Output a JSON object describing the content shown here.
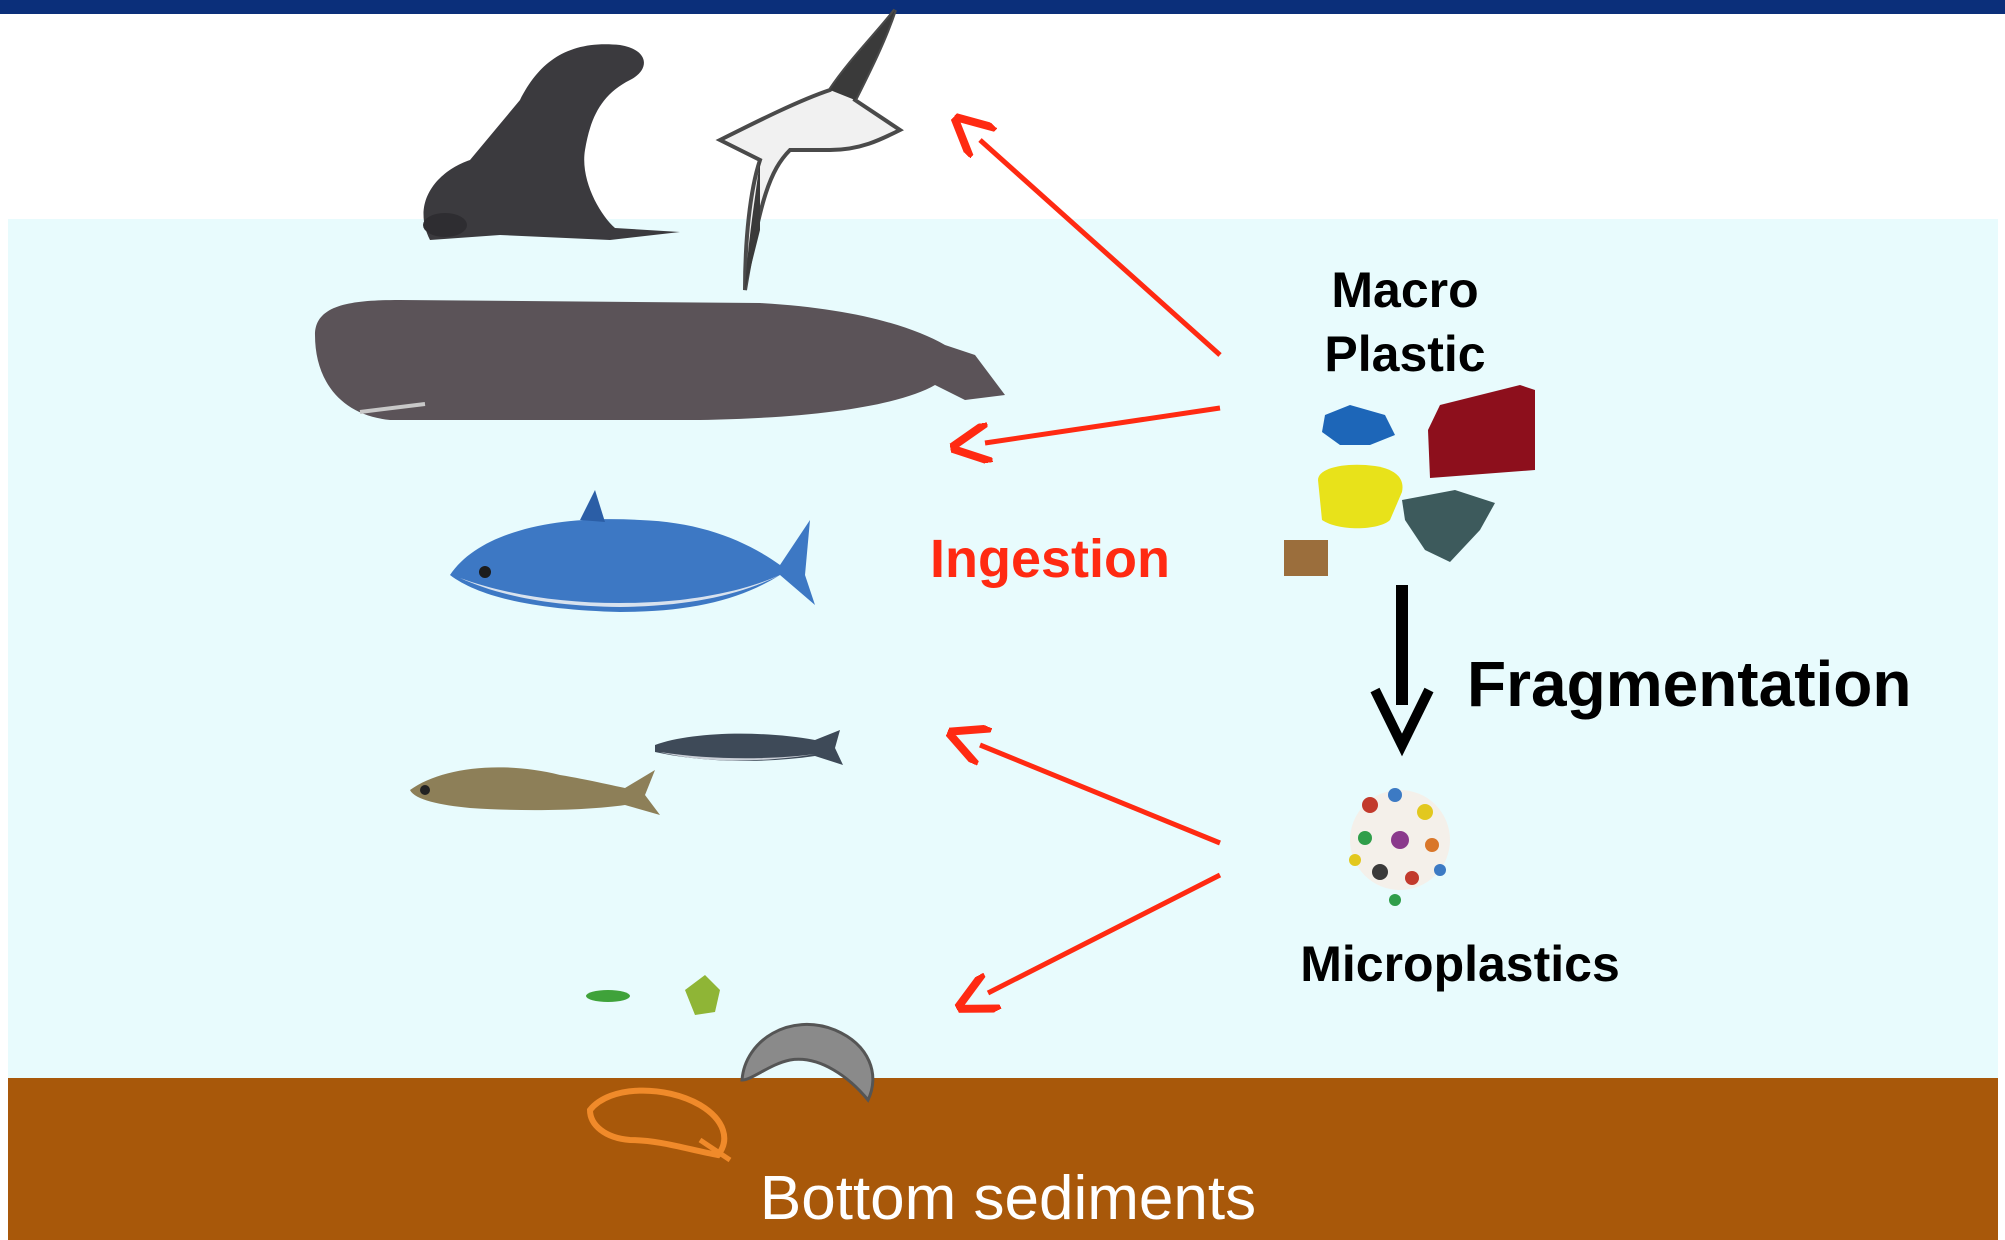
{
  "labels": {
    "macro_plastic_line1": "Macro",
    "macro_plastic_line2": "Plastic",
    "microplastics": "Microplastics",
    "ingestion": "Ingestion",
    "fragmentation": "Fragmentation",
    "bottom_sediments": "Bottom sediments"
  },
  "colors": {
    "top_bar": "#0b2f7a",
    "water": "#e8fbfd",
    "sediment": "#a8580a",
    "ingestion_arrow": "#ff2a12",
    "fragmentation_arrow": "#000000",
    "text": "#000000",
    "sediment_text": "#ffffff"
  },
  "organisms": [
    "sea-lion",
    "albatross",
    "sperm-whale",
    "tuna",
    "small-fish",
    "anchovy",
    "plankton",
    "amphipod",
    "shrimp"
  ],
  "plastic_pieces": [
    "blue-piece",
    "red-piece",
    "yellow-ring",
    "dark-grey-piece",
    "brown-piece"
  ]
}
